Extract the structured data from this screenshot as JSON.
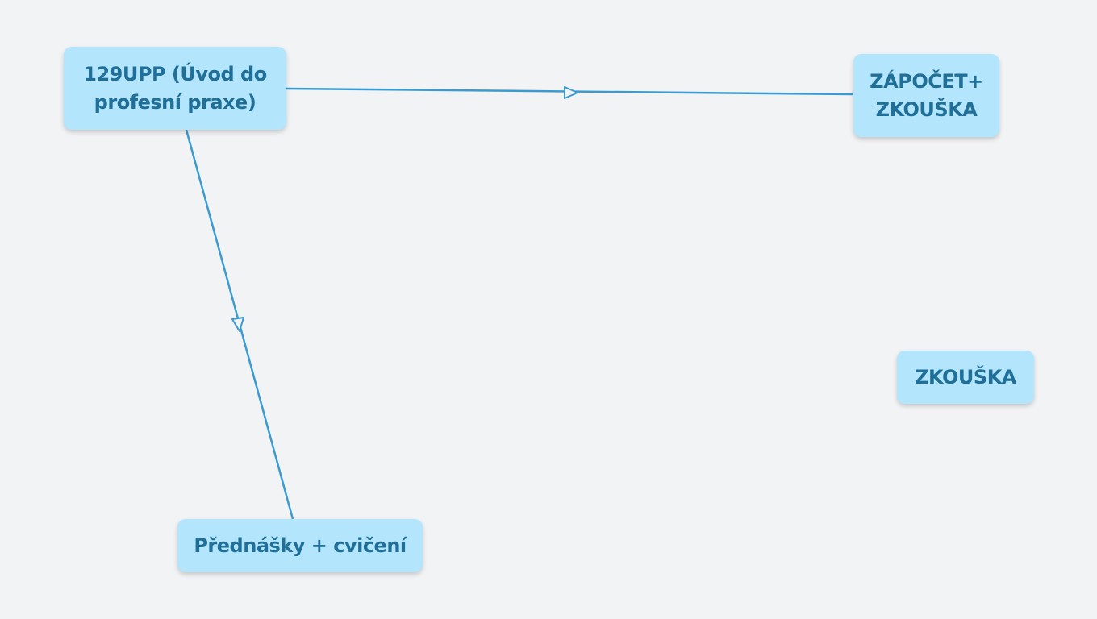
{
  "diagram": {
    "nodes": [
      {
        "id": "course",
        "lines": [
          "129UPP (Úvod do",
          "profesní praxe)"
        ]
      },
      {
        "id": "credit",
        "lines": [
          "ZÁPOČET+",
          "ZKOUŠKA"
        ]
      },
      {
        "id": "exam",
        "lines": [
          "ZKOUŠKA"
        ]
      },
      {
        "id": "lectures",
        "lines": [
          "Přednášky + cvičení"
        ]
      }
    ],
    "edges": [
      {
        "from": "course",
        "to": "credit"
      },
      {
        "from": "course",
        "to": "lectures"
      }
    ],
    "colors": {
      "background": "#f2f3f5",
      "node_fill": "#b3e5fc",
      "node_text": "#1f6f99",
      "edge": "#3b9bd1"
    }
  }
}
